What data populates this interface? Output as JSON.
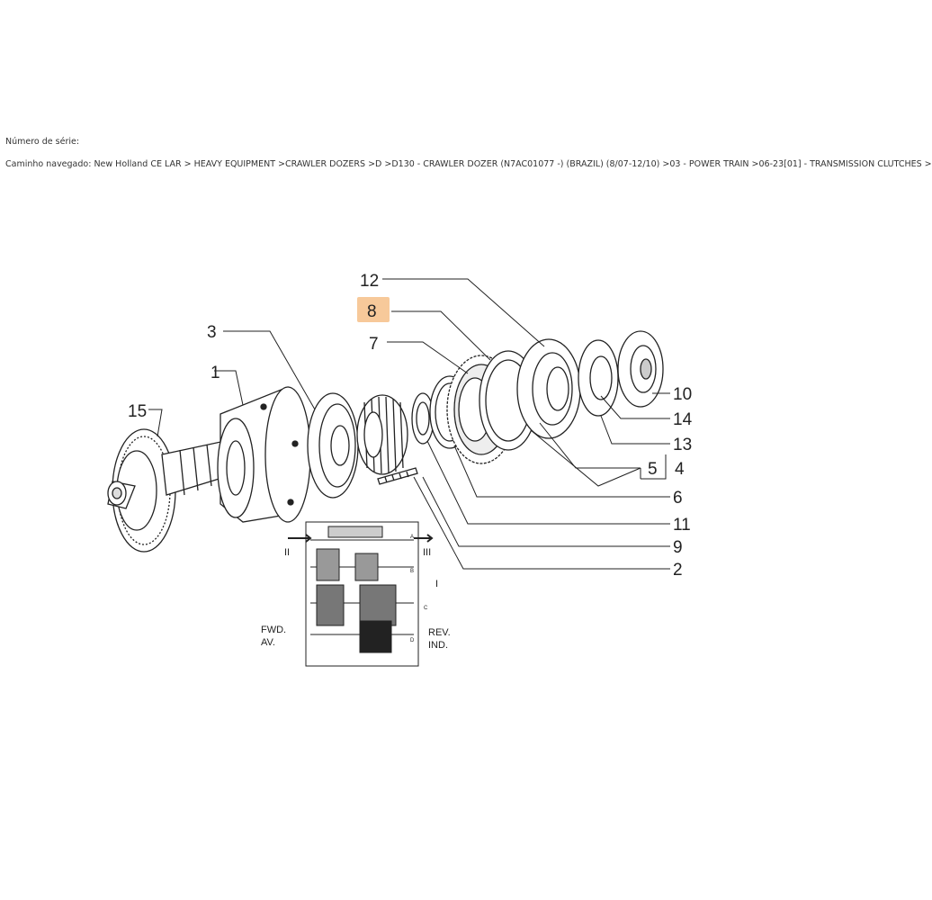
{
  "serial_label": "Número de série:",
  "breadcrumb": "Caminho navegado: New Holland CE LAR > HEAVY EQUIPMENT >CRAWLER DOZERS >D >D130 - CRAWLER DOZER (N7AC01077 -) (BRAZIL) (8/07-12/10) >03 - POWER TRAIN >06-23[01] - TRANSMISSION CLUTCHES >",
  "callouts": {
    "c1": "1",
    "c2": "2",
    "c3": "3",
    "c4": "4",
    "c5": "5",
    "c6": "6",
    "c7": "7",
    "c8": "8",
    "c9": "9",
    "c10": "10",
    "c11": "11",
    "c12": "12",
    "c13": "13",
    "c14": "14",
    "c15": "15"
  },
  "inset": {
    "fwd": "FWD.",
    "av": "AV.",
    "rev": "REV.",
    "ind": "IND.",
    "roman_i": "I",
    "roman_ii": "II",
    "roman_iii": "III",
    "row_a": "A",
    "row_b": "B",
    "row_c": "C",
    "row_d": "D"
  },
  "highlight_color": "#f7c99a"
}
